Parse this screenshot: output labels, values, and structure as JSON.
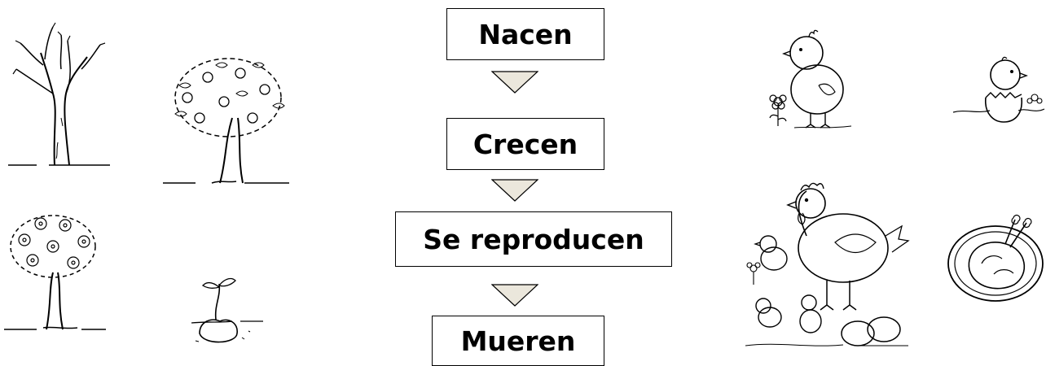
{
  "flow": {
    "stages": [
      "Nacen",
      "Crecen",
      "Se reproducen",
      "Mueren"
    ]
  },
  "left_panel": {
    "images": [
      "bare-tree-icon",
      "fruit-tree-icon",
      "flowering-tree-icon",
      "sprouting-seed-icon"
    ]
  },
  "right_panel": {
    "images": [
      "chick-icon",
      "hatching-chick-icon",
      "hen-with-chicks-icon",
      "roast-chicken-icon"
    ]
  }
}
